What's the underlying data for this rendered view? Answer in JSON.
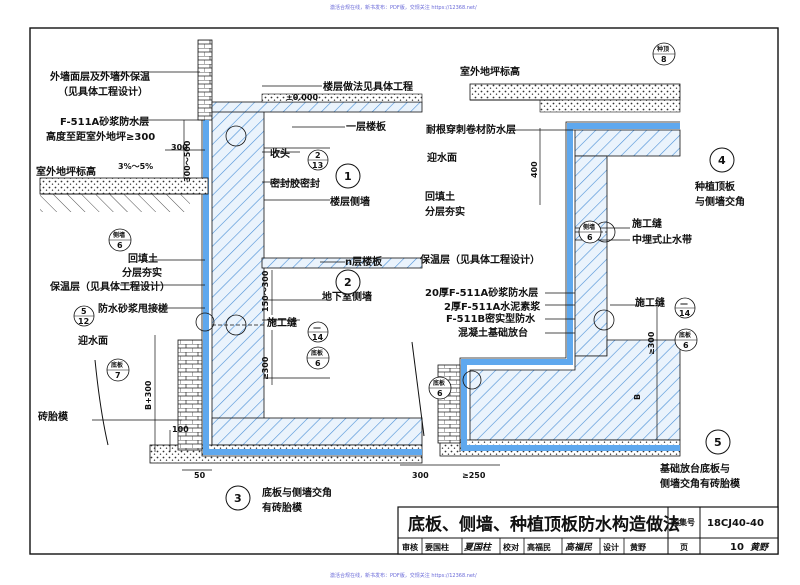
{
  "watermark_top": "激活合规在线，新书发布：PDF版，交规关注 https://12368.net/",
  "watermark_bottom": "激活合规在线，新书发布：PDF版，交规关注 https://12368.net/",
  "title": "底板、侧墙、种植顶板防水构造做法",
  "title_block": {
    "atlas_label": "图集号",
    "atlas_no": "18CJ40-40",
    "page_label": "页",
    "page_no": "10",
    "review_label": "审核",
    "reviewer": "要国柱",
    "reviewer_sig": "夏国柱",
    "check_label": "校对",
    "checker": "高福民",
    "checker_sig": "高福民",
    "design_label": "设计",
    "designer": "黄野",
    "designer_sig": "黄野"
  },
  "left": {
    "labels": {
      "ext_finish_1": "外墙面层及外墙外保温",
      "ext_finish_2": "（见具体工程设计）",
      "mortar_1": "F-511A砂浆防水层",
      "mortar_2": "高度至距室外地坪≥300",
      "ground_level": "室外地坪标高",
      "slope": "3%～5%",
      "floor_method": "楼层做法见具体工程",
      "elev": "±0.000",
      "floor_slab": "一层楼板",
      "edge_close": "收头",
      "sealant": "密封胶密封",
      "floor_wall": "楼层侧墙",
      "backfill_1": "回填土",
      "backfill_2": "分层夯实",
      "insulation": "保温层（见具体工程设计）",
      "n_slab": "n层楼板",
      "base_wall": "地下室侧墙",
      "mortar_tie": "防水砂浆甩接槎",
      "joint": "施工缝",
      "water_face": "迎水面",
      "brick_mold": "砖胎模",
      "detail_3_1": "底板与侧墙交角",
      "detail_3_2": "有砖胎模"
    },
    "dims": {
      "d300": "300",
      "d300_500": "300～500",
      "d150_300": "150～300",
      "d_ge300": "≥300",
      "b300": "B+300",
      "d100": "100",
      "d50": "50"
    },
    "refs": {
      "r1_top": "2",
      "r1_bot": "13",
      "r2_top": "侧墙",
      "r2_bot": "6",
      "r3_top": "5",
      "r3_bot": "12",
      "r4_top": "—",
      "r4_bot": "14",
      "r5_top": "底板",
      "r5_bot": "7",
      "r6_top": "底板",
      "r6_bot": "6"
    },
    "details": {
      "d1": "1",
      "d2": "2",
      "d3": "3"
    }
  },
  "right": {
    "labels": {
      "ground_level": "室外地坪标高",
      "root_layer": "耐根穿刺卷材防水层",
      "water_face": "迎水面",
      "backfill_1": "回填土",
      "backfill_2": "分层夯实",
      "roof_wall_1": "种植顶板",
      "roof_wall_2": "与侧墙交角",
      "joint": "施工缝",
      "waterstop": "中埋式止水带",
      "insulation": "保温层（见具体工程设计）",
      "layer_1": "20厚F-511A砂浆防水层",
      "layer_2": "2厚F-511A水泥素浆",
      "layer_3": "F-511B密实型防水",
      "layer_4": "混凝土基础放台",
      "joint_2": "施工缝",
      "detail_5_1": "基础放台底板与",
      "detail_5_2": "侧墙交角有砖胎模"
    },
    "dims": {
      "d400": "400",
      "d_ge300": "≥300",
      "b": "B",
      "d300": "300",
      "d_ge250": "≥250"
    },
    "refs": {
      "r1_top": "种顶",
      "r1_bot": "8",
      "r2_top": "侧墙",
      "r2_bot": "6",
      "r3_top": "—",
      "r3_bot": "14",
      "r4_top": "底板",
      "r4_bot": "6",
      "r5_top": "底板",
      "r5_bot": "6"
    },
    "details": {
      "d4": "4",
      "d5": "5"
    }
  },
  "colors": {
    "blue_layer": "#5fa8ee",
    "concrete_hatch": "#4a8fd6",
    "line": "#111111"
  }
}
